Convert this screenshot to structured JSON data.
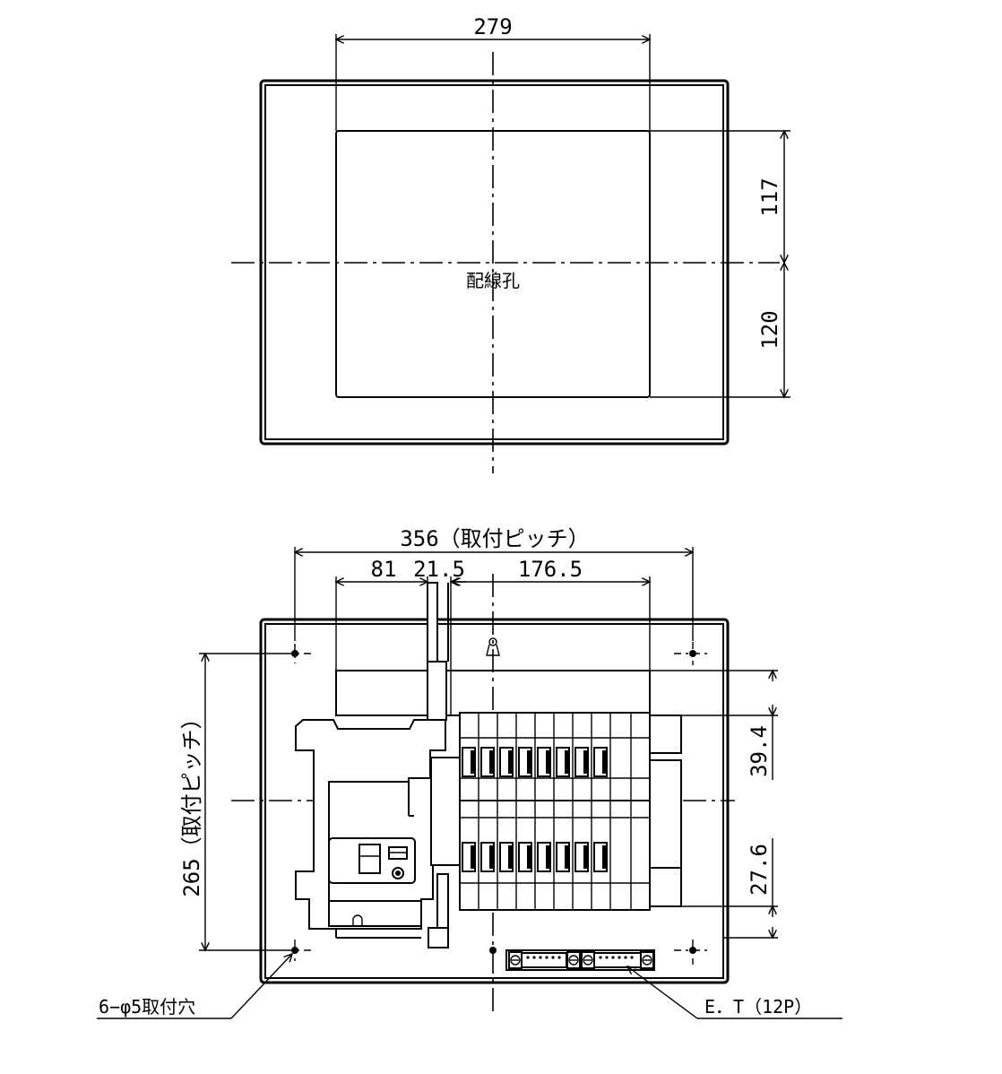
{
  "top_view": {
    "dim_width": "279",
    "dim_upper": "117",
    "dim_lower": "120",
    "hole_label": "配線孔"
  },
  "front_view": {
    "dim_pitch_h": "356（取付ピッチ）",
    "dim_a": "81",
    "dim_b": "21.5",
    "dim_c": "176.5",
    "dim_pitch_v": "265（取付ピッチ）",
    "dim_top_row": "39.4",
    "dim_bottom_row": "27.6",
    "mount_holes": "6−φ5取付穴",
    "earth_terminal": "E．T（12P）"
  }
}
